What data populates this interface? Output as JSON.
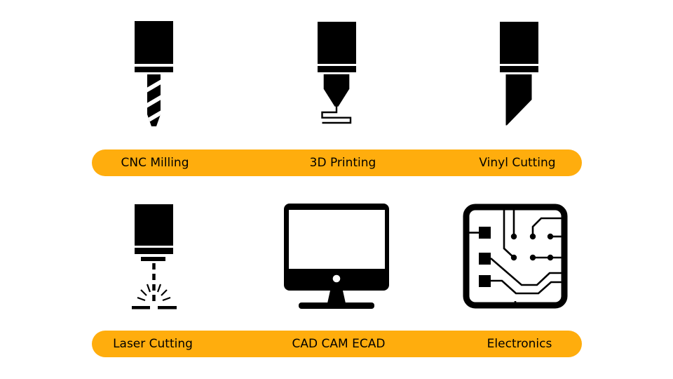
{
  "canvas": {
    "background": "#ffffff",
    "accent_orange": "#FFAD0D",
    "label_text_color": "#000000",
    "icon_color": "#000000"
  },
  "rows": [
    {
      "items": [
        {
          "label": "CNC Milling",
          "icon": "cnc-milling-icon"
        },
        {
          "label": "3D Printing",
          "icon": "3d-printing-icon"
        },
        {
          "label": "Vinyl Cutting",
          "icon": "vinyl-cutting-icon"
        }
      ]
    },
    {
      "items": [
        {
          "label": "Laser Cutting",
          "icon": "laser-cutting-icon"
        },
        {
          "label": "CAD CAM ECAD",
          "icon": "cad-cam-ecad-icon"
        },
        {
          "label": "Electronics",
          "icon": "electronics-icon"
        }
      ]
    }
  ]
}
